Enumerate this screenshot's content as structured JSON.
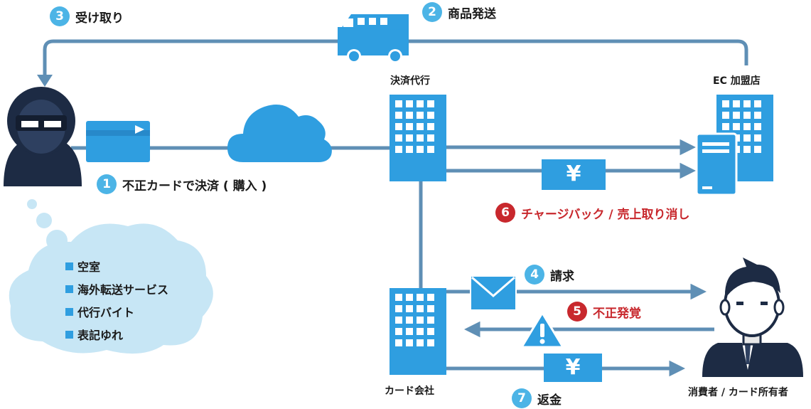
{
  "colors": {
    "primary_blue": "#2f9ee0",
    "dark_blue": "#1e6fb0",
    "line_gray": "#5f8fb5",
    "badge_blue": "#4cb4e6",
    "alert_red": "#c8282d",
    "cloud_light": "#c7e6f5",
    "navy": "#1d2b44"
  },
  "entities": {
    "fraudster": {
      "icon": "hooded-hacker-icon"
    },
    "settlement_agent": {
      "label": "決済代行",
      "icon": "office-building-icon"
    },
    "ec_merchant": {
      "label": "EC 加盟店",
      "icon": "office-building-icon"
    },
    "card_company": {
      "label": "カード会社",
      "icon": "office-building-icon"
    },
    "consumer": {
      "label": "消費者 / カード所有者",
      "icon": "businessman-icon"
    }
  },
  "steps": [
    {
      "num": "1",
      "text": "不正カードで決済 ( 購入 )"
    },
    {
      "num": "2",
      "text": "商品発送"
    },
    {
      "num": "3",
      "text": "受け取り"
    },
    {
      "num": "4",
      "text": "請求"
    },
    {
      "num": "5",
      "text": "不正発覚"
    },
    {
      "num": "6",
      "text": "チャージバック / 売上取り消し"
    },
    {
      "num": "7",
      "text": "返金"
    }
  ],
  "money_symbol": "¥",
  "thought_bubble": {
    "items": [
      "空室",
      "海外転送サービス",
      "代行バイト",
      "表記ゆれ"
    ]
  }
}
